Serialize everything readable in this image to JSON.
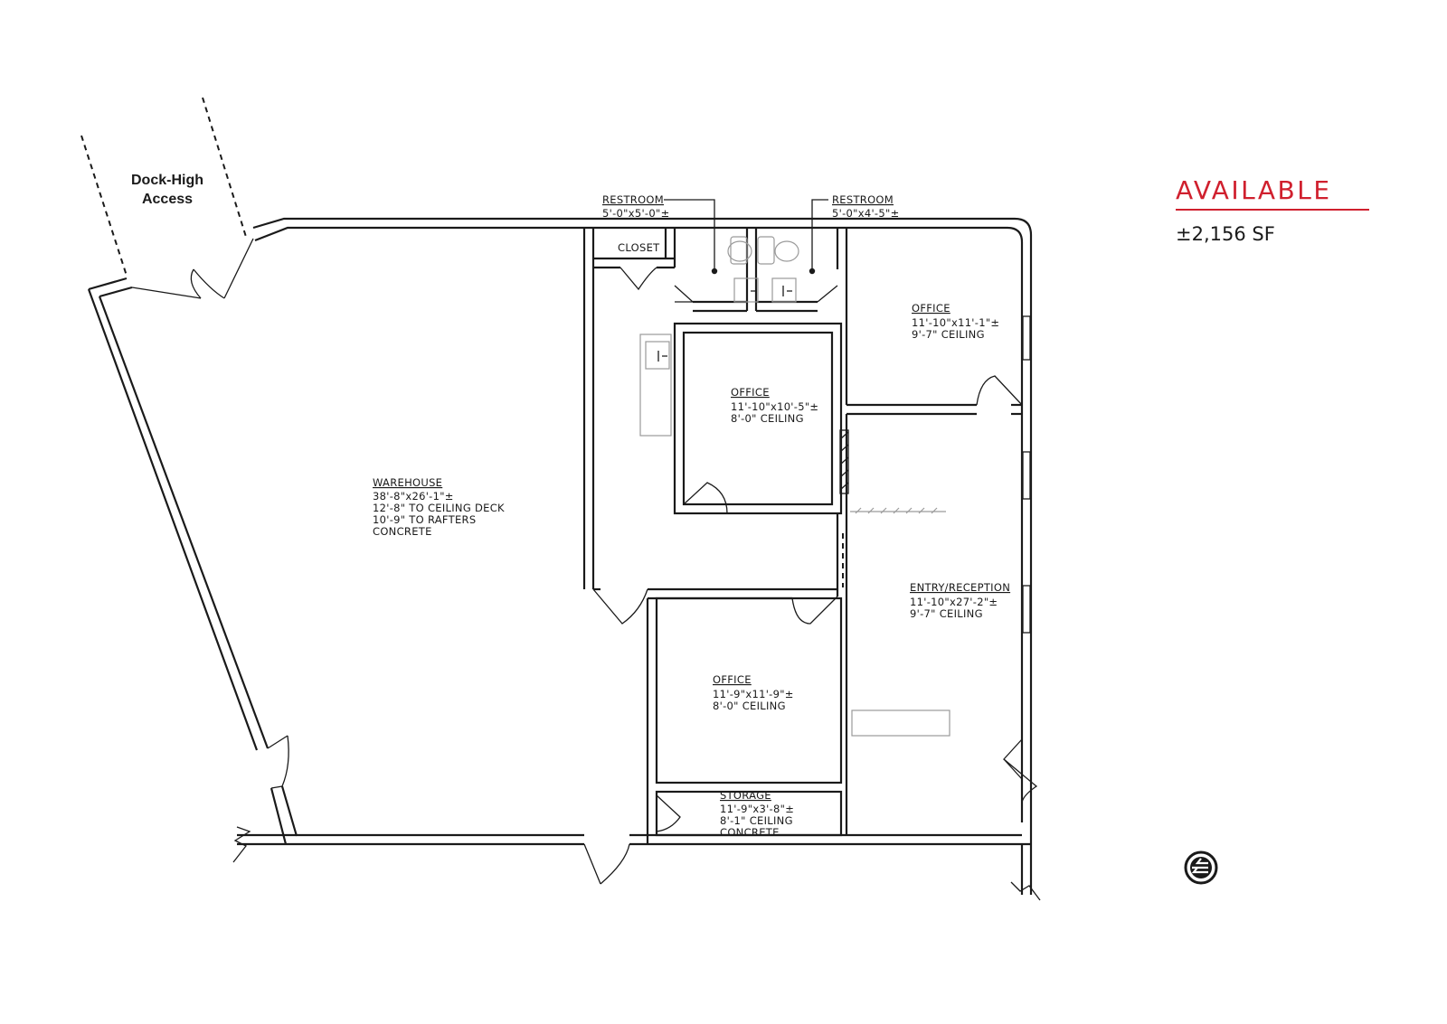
{
  "availability": {
    "status": "AVAILABLE",
    "area": "±2,156 SF",
    "accent_color": "#d0202e"
  },
  "dock": {
    "line1": "Dock-High",
    "line2": "Access"
  },
  "rooms": {
    "warehouse": {
      "name": "WAREHOUSE",
      "lines": [
        "38'-8\"x26'-1\"±",
        "12'-8\" TO CEILING DECK",
        "10'-9\" TO RAFTERS",
        "CONCRETE"
      ]
    },
    "closet": {
      "name": "CLOSET"
    },
    "restroom_1": {
      "name": "RESTROOM",
      "lines": [
        "5'-0\"x5'-0\"±"
      ]
    },
    "restroom_2": {
      "name": "RESTROOM",
      "lines": [
        "5'-0\"x4'-5\"±"
      ]
    },
    "office_center": {
      "name": "OFFICE",
      "lines": [
        "11'-10\"x10'-5\"±",
        "8'-0\" CEILING"
      ]
    },
    "office_ne": {
      "name": "OFFICE",
      "lines": [
        "11'-10\"x11'-1\"±",
        "9'-7\" CEILING"
      ]
    },
    "entry": {
      "name": "ENTRY/RECEPTION",
      "lines": [
        "11'-10\"x27'-2\"±",
        "9'-7\" CEILING"
      ]
    },
    "office_south": {
      "name": "OFFICE",
      "lines": [
        "11'-9\"x11'-9\"±",
        "8'-0\" CEILING"
      ]
    },
    "storage": {
      "name": "STORAGE",
      "lines": [
        "11'-9\"x3'-8\"±",
        "8'-1\" CEILING",
        "CONCRETE"
      ]
    }
  },
  "icons": {
    "entrance": "entrance-arrow-icon"
  }
}
